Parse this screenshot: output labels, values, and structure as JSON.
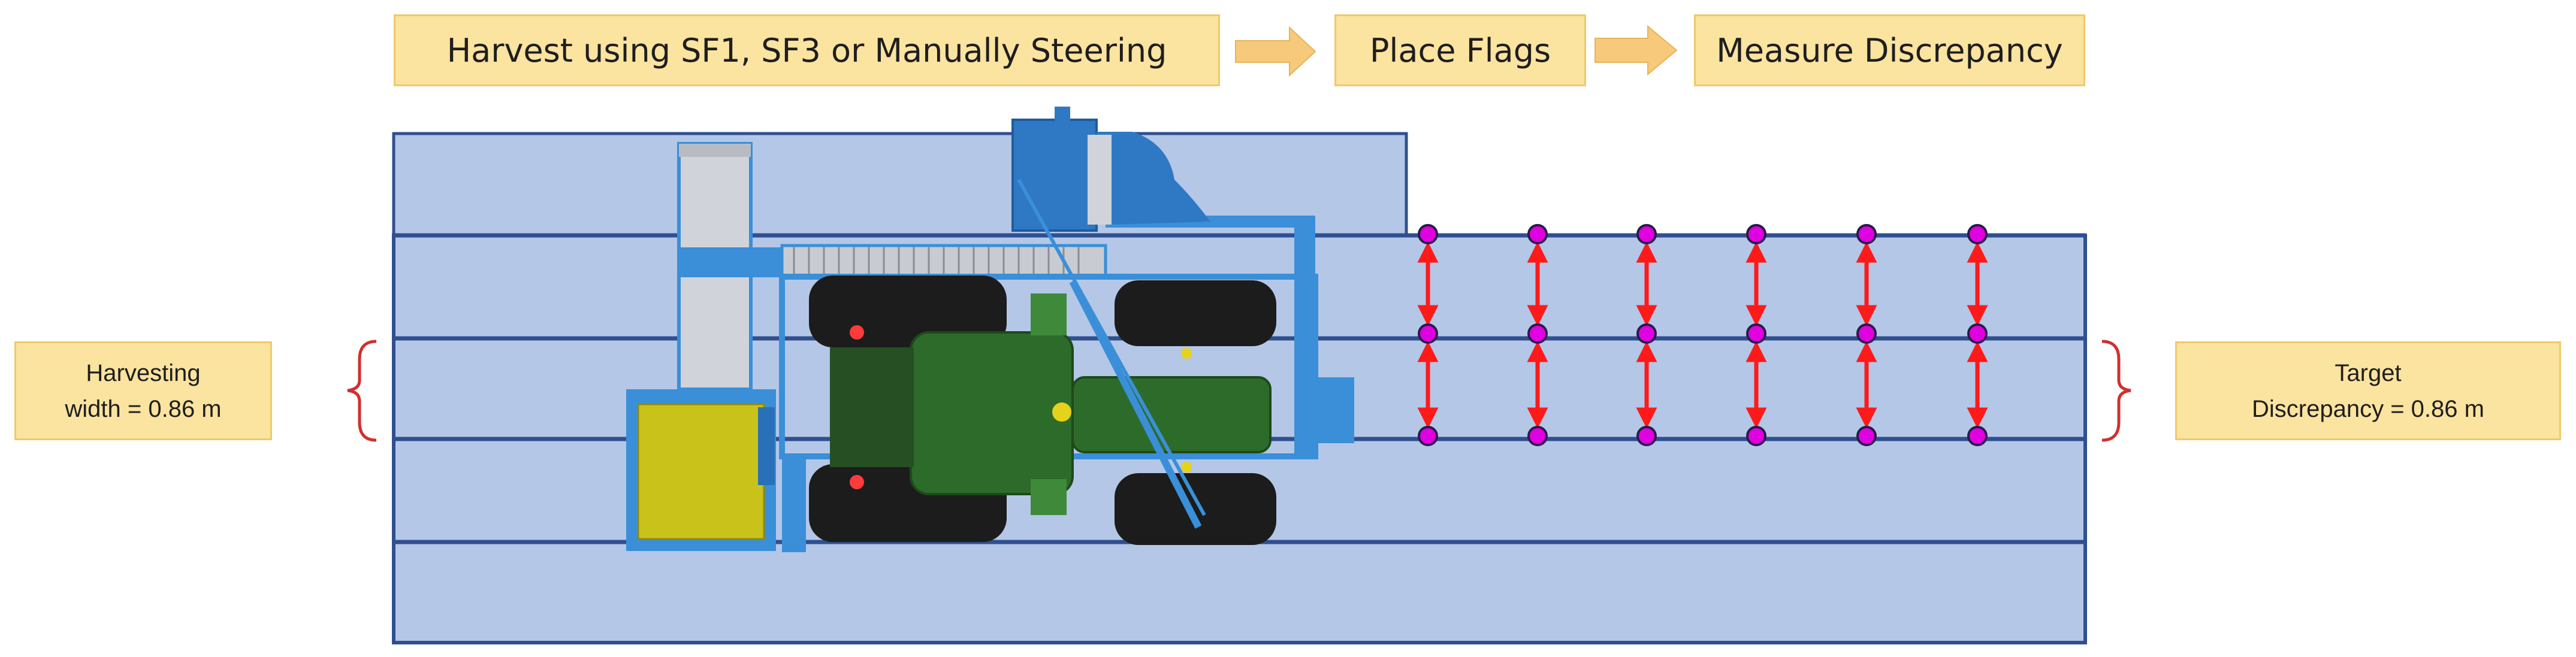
{
  "workflow": {
    "steps": [
      "Harvest using SF1, SF3 or Manually Steering",
      "Place Flags",
      "Measure Discrepancy"
    ]
  },
  "labels": {
    "harvesting_width": [
      "Harvesting",
      "width = 0.86 m"
    ],
    "target_discrepancy": [
      "Target",
      "Discrepancy = 0.86 m"
    ]
  },
  "flags": {
    "columns": 6,
    "rows_per_column": 3,
    "marker_color": "#e000e0",
    "arrow_color": "#ff1a1a"
  },
  "colors": {
    "field": "#b4c7e7",
    "field_border": "#2f4f8f",
    "harvester_frame": "#3a8fd8",
    "tractor_green": "#2d6b2a",
    "tractor_tire": "#1c1c1c",
    "hopper": "#c9c21a",
    "workflow_arrow": "#f7c97a"
  }
}
